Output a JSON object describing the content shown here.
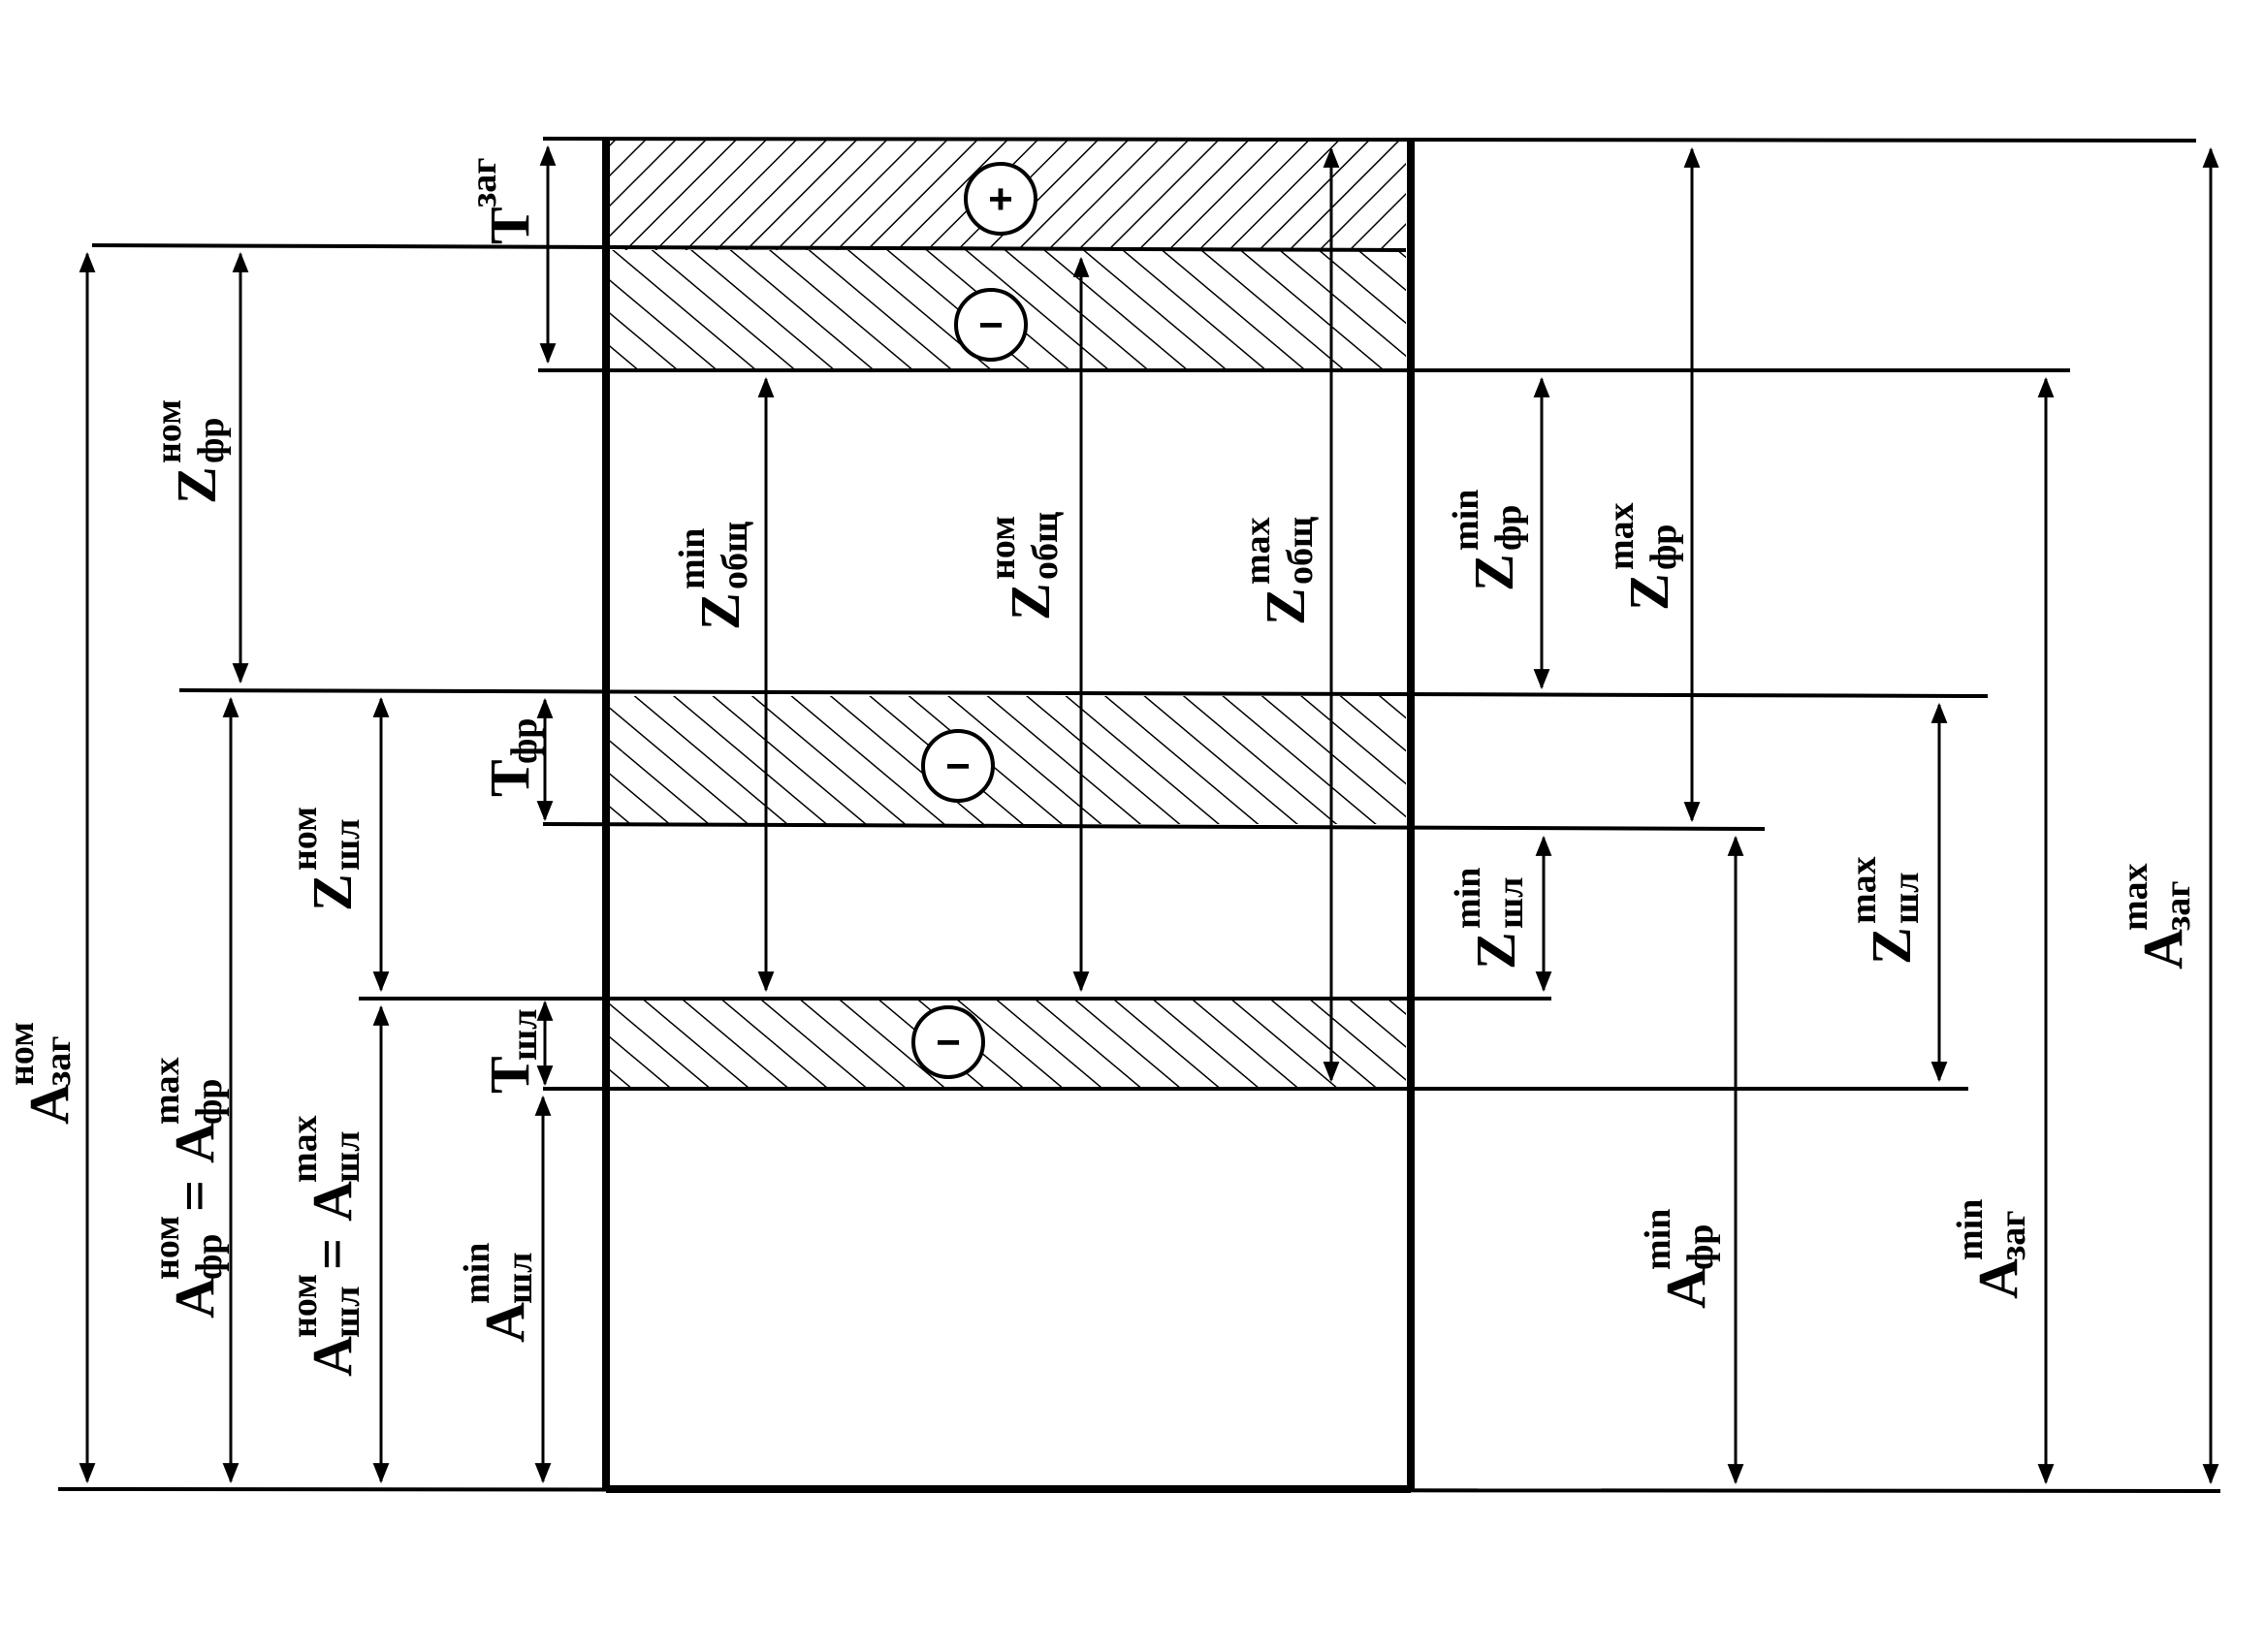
{
  "labels": {
    "a_zag_nom": {
      "main": "A",
      "sub": "заг",
      "sup": "ном"
    },
    "a_fr_nom_eq": {
      "main": "A",
      "sub": "фр",
      "sup": "ном",
      "eq": "=",
      "main2": "A",
      "sub2": "фр",
      "sup2": "max"
    },
    "z_fr_nom": {
      "main": "Z",
      "sub": "фр",
      "sup": "ном"
    },
    "a_shl_nom_eq": {
      "main": "A",
      "sub": "шл",
      "sup": "ном",
      "eq": "=",
      "main2": "A",
      "sub2": "шл",
      "sup2": "max"
    },
    "z_shl_nom": {
      "main": "Z",
      "sub": "шл",
      "sup": "ном"
    },
    "t_zag": {
      "main": "T",
      "sup": "заг"
    },
    "t_fr": {
      "main": "T",
      "sub": "фр"
    },
    "t_shl": {
      "main": "T",
      "sub": "шл"
    },
    "a_shl_min": {
      "main": "A",
      "sub": "шл",
      "sup": "min"
    },
    "z_obsh_min": {
      "main": "Z",
      "sub": "общ",
      "sup": "min"
    },
    "z_obsh_nom": {
      "main": "Z",
      "sub": "общ",
      "sup": "ном"
    },
    "z_obsh_max": {
      "main": "Z",
      "sub": "общ",
      "sup": "max"
    },
    "z_fr_min": {
      "main": "Z",
      "sub": "фр",
      "sup": "min"
    },
    "z_fr_max": {
      "main": "Z",
      "sub": "фр",
      "sup": "max"
    },
    "z_shl_min": {
      "main": "Z",
      "sub": "шл",
      "sup": "min"
    },
    "z_shl_max": {
      "main": "Z",
      "sub": "шл",
      "sup": "max"
    },
    "a_fr_min": {
      "main": "A",
      "sub": "фр",
      "sup": "min"
    },
    "a_zag_min": {
      "main": "A",
      "sub": "заг",
      "sup": "min"
    },
    "a_zag_max": {
      "main": "A",
      "sub": "заг",
      "sup": "max"
    }
  },
  "signs": {
    "plus": "+",
    "minus": "−"
  }
}
